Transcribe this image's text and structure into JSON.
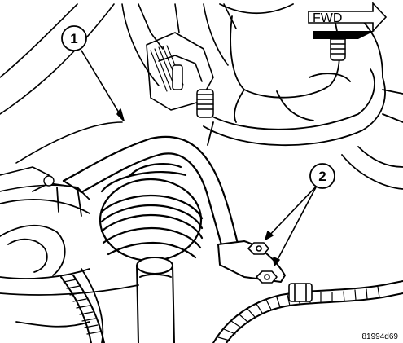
{
  "direction_label": {
    "text": "FWD"
  },
  "callouts": [
    {
      "number": "1"
    },
    {
      "number": "2"
    }
  ],
  "figure_code": "81994d69"
}
